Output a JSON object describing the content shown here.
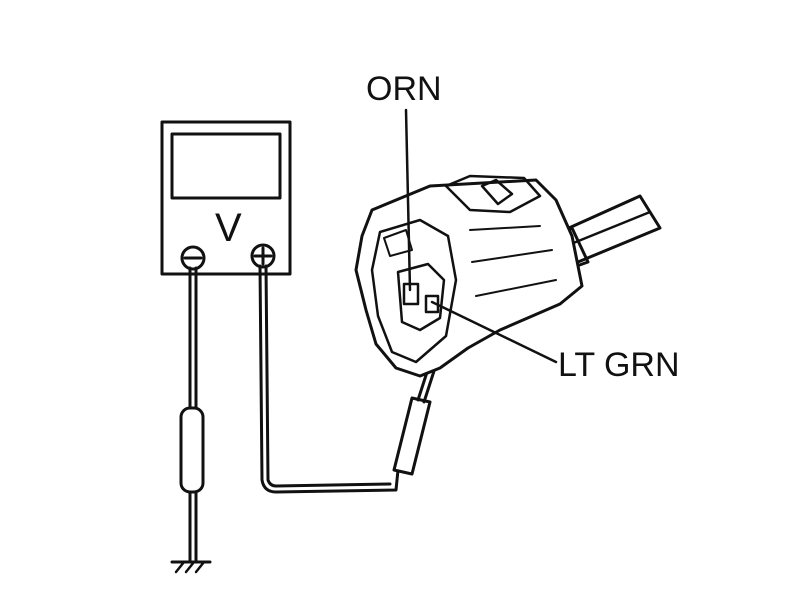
{
  "labels": {
    "top_wire": "ORN",
    "side_wire": "LT GRN",
    "meter_unit": "V",
    "negative_terminal": "−",
    "positive_terminal": "+"
  },
  "colors": {
    "ink": "#111111",
    "background": "#ffffff"
  }
}
